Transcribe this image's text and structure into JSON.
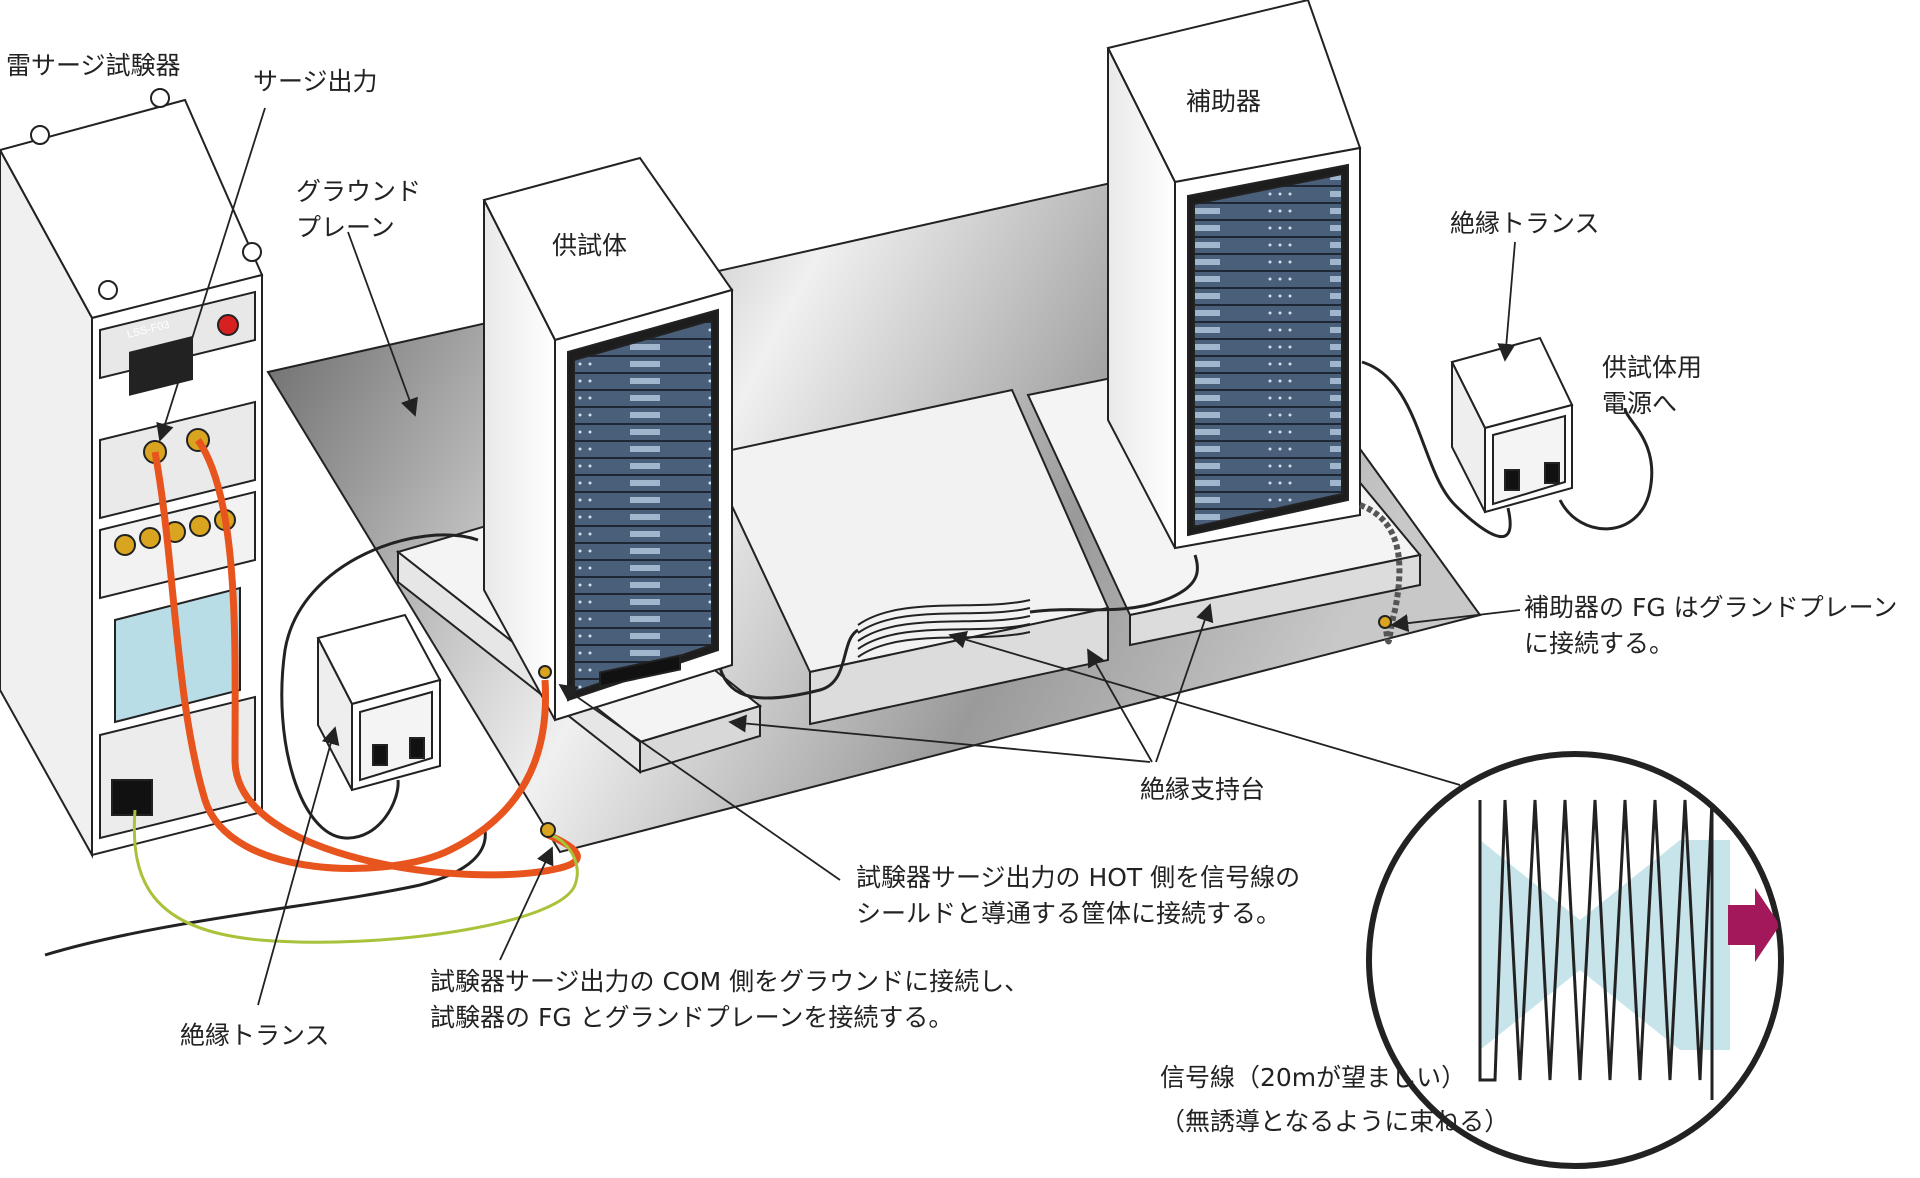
{
  "labels": {
    "surge_tester": "雷サージ試験器",
    "surge_output": "サージ出力",
    "ground_plane": [
      "グラウンド",
      "プレーン"
    ],
    "eut": "供試体",
    "auxiliary": "補助器",
    "isolation_transformer_right": "絶縁トランス",
    "eut_power": [
      "供試体用",
      "電源へ"
    ],
    "aux_fg_note": [
      "補助器の FG はグランドプレーン",
      "に接続する。"
    ],
    "insulating_support": "絶縁支持台",
    "hot_note": [
      "試験器サージ出力の HOT 側を信号線の",
      "シールドと導通する筐体に接続する。"
    ],
    "com_note": [
      "試験器サージ出力の COM 側をグラウンドに接続し、",
      "試験器の FG とグランドプレーンを接続する。"
    ],
    "isolation_transformer_left": "絶縁トランス",
    "signal_line": "信号線（20mが望ましい）",
    "bundle_note": "（無誘導となるように束ねる）"
  },
  "device": {
    "model_label": "LSS-F03"
  },
  "colors": {
    "surge_cable": "#e8541e",
    "fg_wire": "#a8c23a",
    "arrow_accent": "#a3185a",
    "field_fill": "#b9dde6",
    "line": "#222222"
  }
}
